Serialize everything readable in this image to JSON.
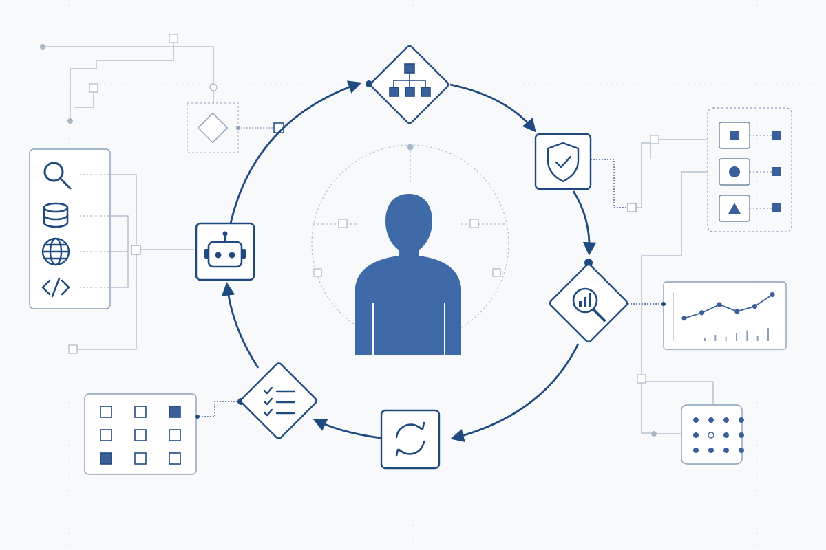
{
  "colors": {
    "background": "#f7f9fb",
    "primary": "#1f4a80",
    "person": "#3f6aa8",
    "accent": "#3a5f9a",
    "connector": "#a9b6c6",
    "grid": "#e3e8ee",
    "panel_stroke": "#6f87a6",
    "panel_fill": "#ffffff"
  },
  "diagram": {
    "center": "person-icon",
    "cycle_nodes": [
      {
        "name": "hierarchy-node",
        "icon": "hierarchy-icon",
        "shape": "diamond"
      },
      {
        "name": "security-node",
        "icon": "shield-check-icon",
        "shape": "square"
      },
      {
        "name": "analytics-node",
        "icon": "magnifier-bar-chart-icon",
        "shape": "diamond"
      },
      {
        "name": "refresh-node",
        "icon": "refresh-icon",
        "shape": "square"
      },
      {
        "name": "checklist-node",
        "icon": "checklist-icon",
        "shape": "diamond"
      },
      {
        "name": "robot-node",
        "icon": "robot-icon",
        "shape": "square"
      }
    ],
    "tool_panel": [
      "search-icon",
      "database-icon",
      "globe-icon",
      "code-icon"
    ],
    "shape_panel": [
      "square-icon",
      "circle-icon",
      "triangle-icon"
    ],
    "chart_panel": {
      "points": [
        2,
        3.2,
        5,
        3.5,
        4.6,
        7.2
      ],
      "bars": [
        1,
        2,
        1.4,
        2.6,
        3.4,
        1.8,
        4.2
      ]
    },
    "grid_panel": {
      "rows": 3,
      "cols": 3,
      "filled": [
        2,
        6
      ]
    },
    "dot_panel": {
      "rows": 3,
      "cols": 4,
      "hollow": [
        5
      ]
    }
  }
}
